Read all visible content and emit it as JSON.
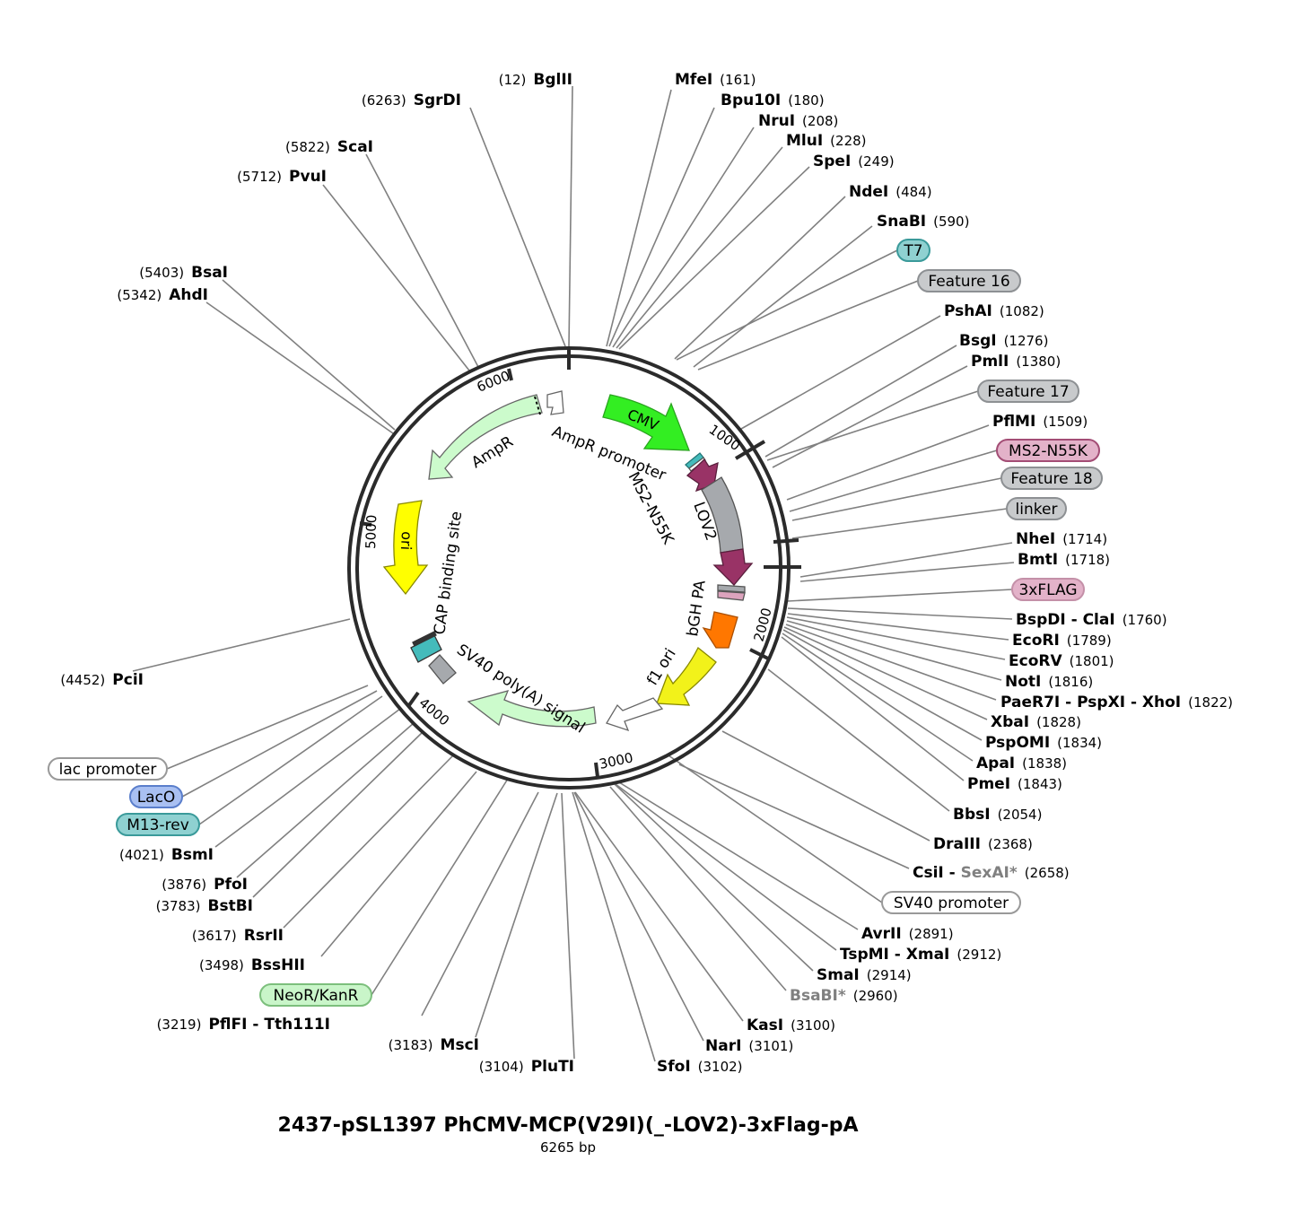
{
  "plasmid": {
    "name": "2437-pSL1397 PhCMV-MCP(V29I)(_-LOV2)-3xFlag-pA",
    "length_label": "6265 bp",
    "length_bp": 6265
  },
  "ticks": [
    {
      "label": "1000"
    },
    {
      "label": "2000"
    },
    {
      "label": "3000"
    },
    {
      "label": "4000"
    },
    {
      "label": "5000"
    },
    {
      "label": "6000"
    }
  ],
  "features": [
    {
      "id": "cmv",
      "label": "CMV",
      "color": "#33ee22"
    },
    {
      "id": "t7stripe",
      "label": "",
      "color": "#44bbbb"
    },
    {
      "id": "ms2",
      "label": "MS2-N55K",
      "color": "#993366"
    },
    {
      "id": "lov2",
      "label": "LOV2",
      "color": "#a6a9ad"
    },
    {
      "id": "ms2b",
      "label": "",
      "color": "#993366"
    },
    {
      "id": "flag",
      "label": "",
      "color": "#dca3bd"
    },
    {
      "id": "bghpa",
      "label": "bGH PA",
      "color": "#ff7700"
    },
    {
      "id": "f1ori",
      "label": "f1 ori",
      "color": "#f2f21a"
    },
    {
      "id": "sv40prom",
      "label": "",
      "color": "#ffffff"
    },
    {
      "id": "neo",
      "label": "SV40 poly(A) signal",
      "color": "#ccfbcc"
    },
    {
      "id": "sv40pa",
      "label": "",
      "color": "#a6a9ad"
    },
    {
      "id": "ori",
      "label": "ori",
      "color": "#ffff00"
    },
    {
      "id": "cap",
      "label": "CAP binding site",
      "color": "#ffffff"
    },
    {
      "id": "ampr",
      "label": "AmpR",
      "color": "#ccfbcc"
    },
    {
      "id": "amppromo",
      "label": "AmpR promoter",
      "color": "#ffffff"
    }
  ],
  "inner_labels": {
    "ampr_promoter": "AmpR promoter",
    "ms2_n55k": "MS2-N55K",
    "lov2": "LOV2",
    "bgh_pa": "bGH PA",
    "f1_ori": "f1 ori",
    "sv40_polya": "SV40 poly(A) signal",
    "cap": "CAP binding site",
    "ori": "ori",
    "ampr": "AmpR",
    "cmv": "CMV"
  },
  "sites_right": [
    {
      "name": "MfeI",
      "pos": "(161)"
    },
    {
      "name": "Bpu10I",
      "pos": "(180)"
    },
    {
      "name": "NruI",
      "pos": "(208)"
    },
    {
      "name": "MluI",
      "pos": "(228)"
    },
    {
      "name": "SpeI",
      "pos": "(249)"
    },
    {
      "name": "NdeI",
      "pos": "(484)"
    },
    {
      "name": "SnaBI",
      "pos": "(590)"
    },
    {
      "name": "PshAI",
      "pos": "(1082)"
    },
    {
      "name": "BsgI",
      "pos": "(1276)"
    },
    {
      "name": "PmlI",
      "pos": "(1380)"
    },
    {
      "name": "PflMI",
      "pos": "(1509)"
    },
    {
      "name": "NheI",
      "pos": "(1714)"
    },
    {
      "name": "BmtI",
      "pos": "(1718)"
    },
    {
      "name": "BspDI - ClaI",
      "pos": "(1760)"
    },
    {
      "name": "EcoRI",
      "pos": "(1789)"
    },
    {
      "name": "EcoRV",
      "pos": "(1801)"
    },
    {
      "name": "NotI",
      "pos": "(1816)"
    },
    {
      "name": "PaeR7I - PspXI - XhoI",
      "pos": "(1822)"
    },
    {
      "name": "XbaI",
      "pos": "(1828)"
    },
    {
      "name": "PspOMI",
      "pos": "(1834)"
    },
    {
      "name": "ApaI",
      "pos": "(1838)"
    },
    {
      "name": "PmeI",
      "pos": "(1843)"
    },
    {
      "name": "BbsI",
      "pos": "(2054)"
    },
    {
      "name": "DraIII",
      "pos": "(2368)"
    },
    {
      "name": "CsiI",
      "pos": "(2658)",
      "extra": "SexAI*"
    },
    {
      "name": "AvrII",
      "pos": "(2891)"
    },
    {
      "name": "TspMI - XmaI",
      "pos": "(2912)"
    },
    {
      "name": "SmaI",
      "pos": "(2914)"
    },
    {
      "name": "BsaBI*",
      "pos": "(2960)"
    },
    {
      "name": "KasI",
      "pos": "(3100)"
    },
    {
      "name": "NarI",
      "pos": "(3101)"
    },
    {
      "name": "SfoI",
      "pos": "(3102)"
    }
  ],
  "sites_left": [
    {
      "name": "BglII",
      "pos": "(12)"
    },
    {
      "name": "SgrDI",
      "pos": "(6263)"
    },
    {
      "name": "ScaI",
      "pos": "(5822)"
    },
    {
      "name": "PvuI",
      "pos": "(5712)"
    },
    {
      "name": "BsaI",
      "pos": "(5403)"
    },
    {
      "name": "AhdI",
      "pos": "(5342)"
    },
    {
      "name": "PciI",
      "pos": "(4452)"
    },
    {
      "name": "BsmI",
      "pos": "(4021)"
    },
    {
      "name": "PfoI",
      "pos": "(3876)"
    },
    {
      "name": "BstBI",
      "pos": "(3783)"
    },
    {
      "name": "RsrII",
      "pos": "(3617)"
    },
    {
      "name": "BssHII",
      "pos": "(3498)"
    },
    {
      "name": "PflFI - Tth111I",
      "pos": "(3219)"
    },
    {
      "name": "MscI",
      "pos": "(3183)"
    },
    {
      "name": "PluTI",
      "pos": "(3104)"
    }
  ],
  "feature_boxes": [
    {
      "label": "T7",
      "fill": "#8fd1d1",
      "stroke": "#3a9a9a"
    },
    {
      "label": "Feature 16",
      "fill": "#c8cacc",
      "stroke": "#8d9093"
    },
    {
      "label": "Feature 17",
      "fill": "#c8cacc",
      "stroke": "#8d9093"
    },
    {
      "label": "MS2-N55K",
      "fill": "#e3b2c9",
      "stroke": "#a34d75"
    },
    {
      "label": "Feature 18",
      "fill": "#c8cacc",
      "stroke": "#8d9093"
    },
    {
      "label": "linker",
      "fill": "#c8cacc",
      "stroke": "#8d9093"
    },
    {
      "label": "3xFLAG",
      "fill": "#e3b2c9",
      "stroke": "#c490a8"
    },
    {
      "label": "SV40 promoter",
      "fill": "#ffffff",
      "stroke": "#999999"
    },
    {
      "label": "NeoR/KanR",
      "fill": "#c9f5c9",
      "stroke": "#7cbf7c"
    },
    {
      "label": "lac promoter",
      "fill": "#ffffff",
      "stroke": "#999999"
    },
    {
      "label": "LacO",
      "fill": "#a9c0f2",
      "stroke": "#5a7ecb"
    },
    {
      "label": "M13-rev",
      "fill": "#8fd1d1",
      "stroke": "#3a9a9a"
    }
  ]
}
